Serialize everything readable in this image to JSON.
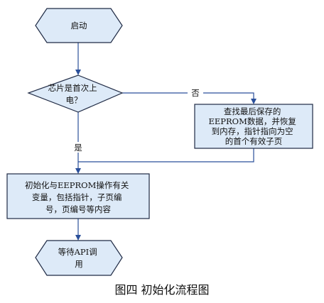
{
  "flowchart": {
    "start": {
      "lines": [
        "启动"
      ]
    },
    "decision": {
      "lines": [
        "芯片是首次上",
        "电？"
      ]
    },
    "no_label": "否",
    "yes_label": "是",
    "search": {
      "lines": [
        "查找最后保存的",
        "EEPROM数据，并恢复",
        "到内存，指针指向为空",
        "的首个有效子页"
      ]
    },
    "init": {
      "lines": [
        "初始化与EEPROM操作有关",
        "变量，包括指针，子页编",
        "号，页编号等内容"
      ]
    },
    "wait": {
      "lines": [
        "等待API调",
        "用"
      ]
    }
  },
  "caption": "图四 初始化流程图"
}
